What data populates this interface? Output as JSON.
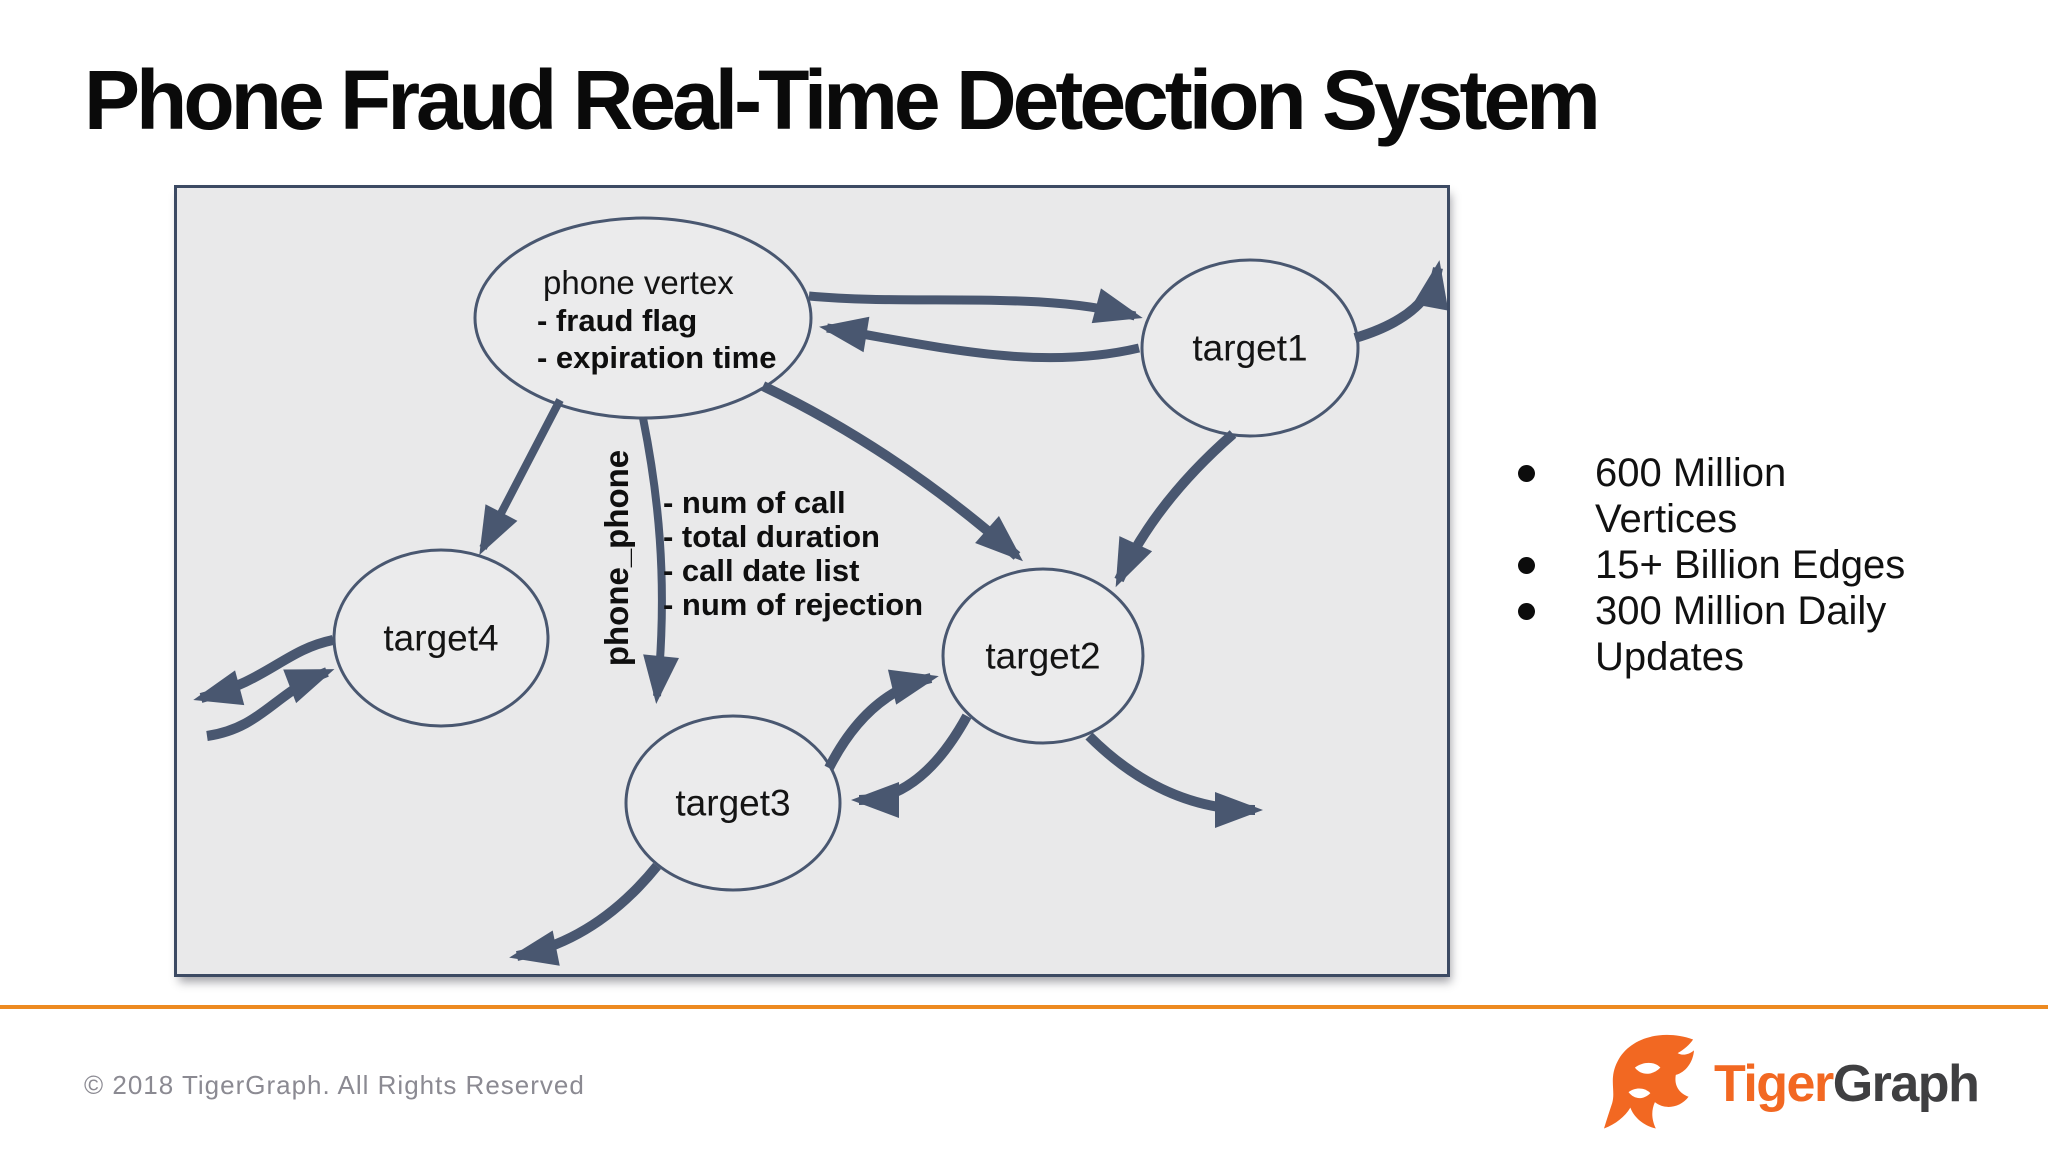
{
  "slide": {
    "title": "Phone Fraud Real-Time Detection System",
    "copyright": "© 2018 TigerGraph. All Rights Reserved",
    "accent_color": "#ED8A21"
  },
  "stats": {
    "items": [
      "600 Million Vertices",
      "15+ Billion Edges",
      "300 Million Daily Updates"
    ]
  },
  "diagram": {
    "panel_bg": "#E9E9EA",
    "panel_border": "#3C4A63",
    "stroke_color": "#495770",
    "nodes": {
      "phone_vertex": {
        "label": "phone vertex",
        "attributes": [
          "- fraud flag",
          "- expiration time"
        ]
      },
      "target1": {
        "label": "target1"
      },
      "target2": {
        "label": "target2"
      },
      "target3": {
        "label": "target3"
      },
      "target4": {
        "label": "target4"
      }
    },
    "edge": {
      "label": "phone_phone",
      "attributes": [
        "- num of call",
        "- total duration",
        "- call date list",
        "- num of rejection"
      ]
    }
  },
  "logo": {
    "brand_part1": "Tiger",
    "brand_part2": "Graph",
    "orange": "#F26822",
    "dark": "#3F3F41"
  }
}
